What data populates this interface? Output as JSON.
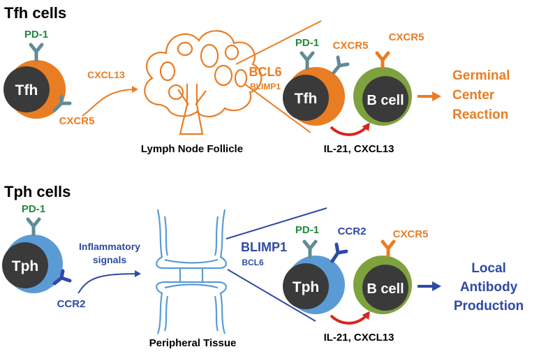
{
  "colors": {
    "orange": "#e97d23",
    "blue": "#2e4aa3",
    "light_blue": "#5b9bd5",
    "green_text": "#1f8a3a",
    "cell_green": "#7ea23e",
    "dark_core": "#3a3a3a",
    "red_arrow": "#d7261e"
  },
  "tfh": {
    "section_title": "Tfh cells",
    "cell_label": "Tfh",
    "pd1": "PD-1",
    "cxcr5": "CXCR5",
    "cxcl13": "CXCL13",
    "organ_label": "Lymph Node Follicle",
    "tf_primary": "BCL6",
    "tf_secondary": "BLIMP1",
    "zoom": {
      "tcell_label": "Tfh",
      "tcell_pd1": "PD-1",
      "tcell_cxcr5": "CXCR5",
      "bcell_label": "B cell",
      "bcell_cxcr5": "CXCR5",
      "signals": "IL-21, CXCL13"
    },
    "outcome": [
      "Germinal",
      "Center",
      "Reaction"
    ]
  },
  "tph": {
    "section_title": "Tph cells",
    "cell_label": "Tph",
    "pd1": "PD-1",
    "ccr2": "CCR2",
    "inflammatory": [
      "Inflammatory",
      "signals"
    ],
    "organ_label": "Peripheral Tissue",
    "tf_primary": "BLIMP1",
    "tf_secondary": "BCL6",
    "zoom": {
      "tcell_label": "Tph",
      "tcell_pd1": "PD-1",
      "tcell_ccr2": "CCR2",
      "bcell_label": "B cell",
      "bcell_cxcr5": "CXCR5",
      "signals": "IL-21, CXCL13"
    },
    "outcome": [
      "Local",
      "Antibody",
      "Production"
    ]
  }
}
